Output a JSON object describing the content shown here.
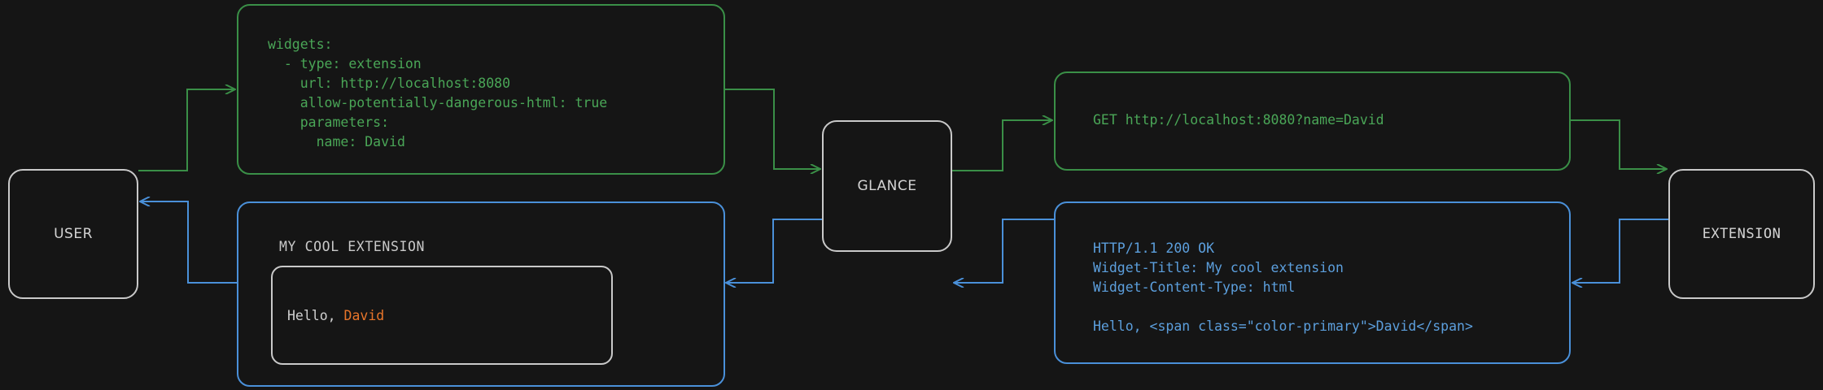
{
  "theme": {
    "background": "#151515",
    "node_border": "#c9c9c9",
    "node_text": "#d4d4d4",
    "green": "#4aa657",
    "green_border": "#3a8f47",
    "blue": "#5c9fdd",
    "blue_border": "#4a90d9",
    "accent_orange": "#e8752a"
  },
  "nodes": {
    "user": {
      "label": "USER"
    },
    "glance": {
      "label": "GLANCE"
    },
    "extension": {
      "label": "EXTENSION"
    }
  },
  "panels": {
    "yaml_config": {
      "color": "green",
      "text": "widgets:\n  - type: extension\n    url: http://localhost:8080\n    allow-potentially-dangerous-html: true\n    parameters:\n      name: David"
    },
    "http_request": {
      "color": "green",
      "text": "GET http://localhost:8080?name=David"
    },
    "http_response": {
      "color": "blue",
      "text": "HTTP/1.1 200 OK\nWidget-Title: My cool extension\nWidget-Content-Type: html\n\nHello, <span class=\"color-primary\">David</span>"
    },
    "rendered_widget": {
      "color": "blue",
      "title": "MY COOL EXTENSION",
      "card_prefix": "Hello, ",
      "card_name": "David"
    }
  },
  "edges": [
    {
      "name": "user-to-yaml",
      "color": "green",
      "from": "user",
      "to": "yaml_config"
    },
    {
      "name": "yaml-to-glance",
      "color": "green",
      "from": "yaml_config",
      "to": "glance"
    },
    {
      "name": "glance-to-request",
      "color": "green",
      "from": "glance",
      "to": "http_request"
    },
    {
      "name": "request-to-extension",
      "color": "green",
      "from": "http_request",
      "to": "extension"
    },
    {
      "name": "extension-to-response",
      "color": "blue",
      "from": "extension",
      "to": "http_response"
    },
    {
      "name": "response-to-glance",
      "color": "blue",
      "from": "http_response",
      "to": "glance"
    },
    {
      "name": "glance-to-widget",
      "color": "blue",
      "from": "glance",
      "to": "rendered_widget"
    },
    {
      "name": "widget-to-user",
      "color": "blue",
      "from": "rendered_widget",
      "to": "user"
    }
  ]
}
